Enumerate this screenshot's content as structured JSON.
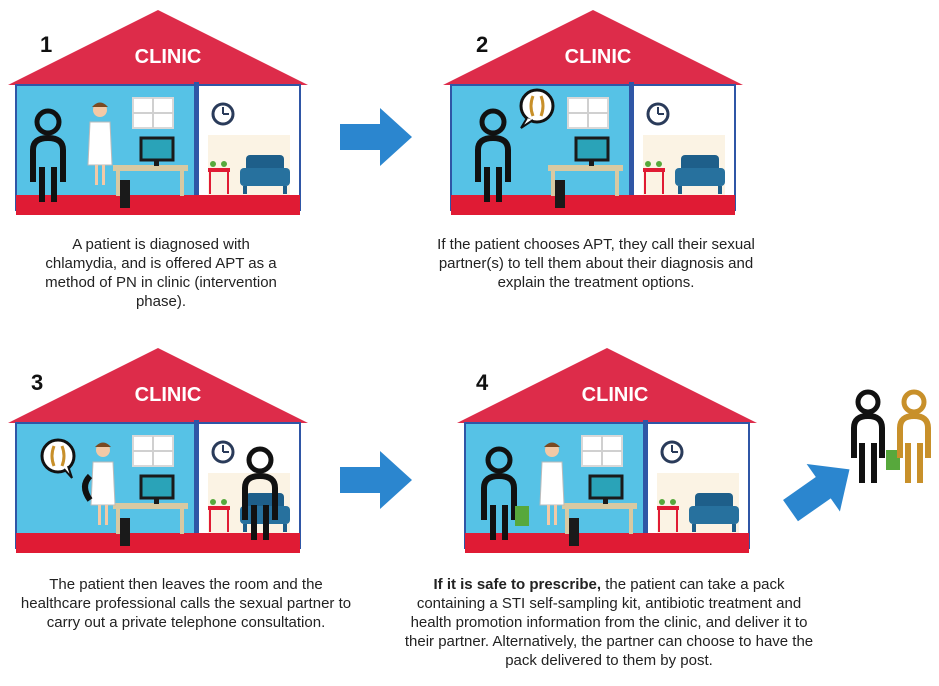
{
  "colors": {
    "roof": "#dd2c4a",
    "wall": "#56c2e6",
    "floor": "#e01b34",
    "divider": "#2f56a6",
    "arrow": "#2b86cf",
    "ochre": "#c8902a",
    "green": "#57a83c"
  },
  "panels": [
    {
      "number": "1",
      "sign": "CLINIC",
      "caption": "A patient is diagnosed with chlamydia, and is offered APT as a method of PN in clinic (intervention phase)."
    },
    {
      "number": "2",
      "sign": "CLINIC",
      "caption": "If the patient chooses APT, they call their sexual partner(s) to tell them about their diagnosis and explain the treatment options."
    },
    {
      "number": "3",
      "sign": "CLINIC",
      "caption": "The patient then leaves the room and the healthcare professional calls the sexual partner to carry out a private telephone consultation."
    },
    {
      "number": "4",
      "sign": "CLINIC",
      "caption_bold": "If it is safe to prescribe,",
      "caption": " the patient can take a pack containing a STI self-sampling kit, antibiotic treatment and health promotion information from the clinic, and deliver it to their partner. Alternatively, the partner can choose to have the pack delivered to them by post."
    }
  ],
  "icons": [
    "arrow-right-icon",
    "arrow-up-right-icon",
    "clock-icon",
    "phone-icon",
    "window-icon",
    "computer-icon",
    "sofa-icon",
    "person-icon",
    "doctor-icon",
    "pack-icon"
  ]
}
